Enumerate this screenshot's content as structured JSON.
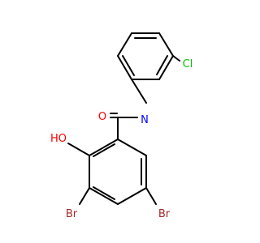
{
  "structure": {
    "atoms": {
      "oxygen_carbonyl": {
        "label": "O",
        "color": "#ff0000"
      },
      "nitrogen": {
        "label": "N",
        "color": "#0000ff"
      },
      "hydroxyl": {
        "label": "HO",
        "color": "#ff0000"
      },
      "chlorine": {
        "label": "Cl",
        "color": "#00c800"
      },
      "bromine_left": {
        "label": "Br",
        "color": "#a62929"
      },
      "bromine_right": {
        "label": "Br",
        "color": "#a62929"
      }
    },
    "colors": {
      "bond": "#000000",
      "background": "#ffffff"
    }
  }
}
